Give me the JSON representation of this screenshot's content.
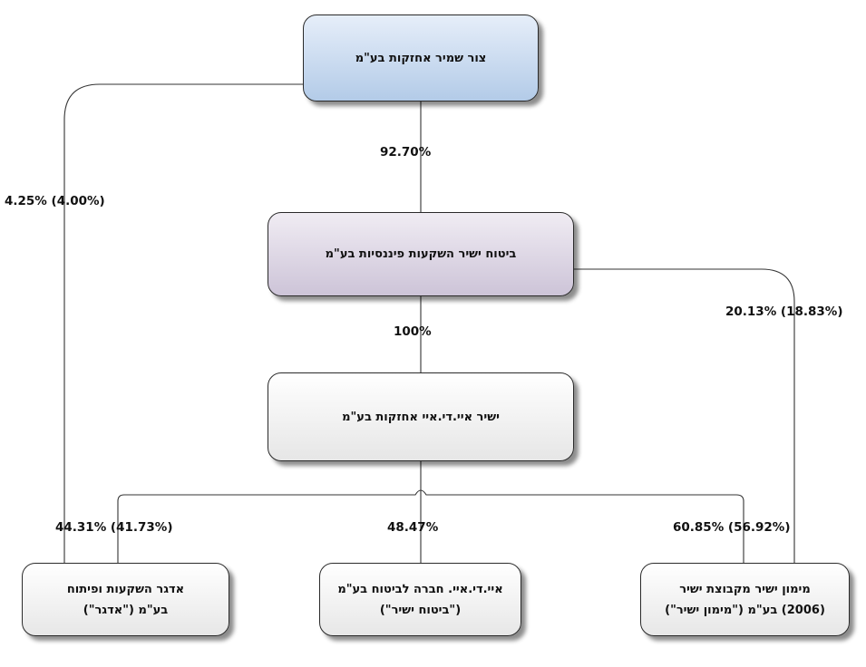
{
  "boxes": {
    "top": {
      "lines": [
        "צור שמיר אחזקות בע\"מ"
      ]
    },
    "mid": {
      "lines": [
        "ביטוח ישיר השקעות פיננסיות בע\"מ"
      ]
    },
    "sub": {
      "lines": [
        "ישיר איי.די.איי אחזקות בע\"מ"
      ]
    },
    "adgar": {
      "lines": [
        "אדגר השקעות ופיתוח",
        "בע\"מ (\"אדגר\")"
      ]
    },
    "bituach": {
      "lines": [
        "איי.די.איי. חברה לביטוח בע\"מ",
        "(\"ביטוח ישיר\")"
      ]
    },
    "mimun": {
      "lines": [
        "מימון ישיר מקבוצת ישיר",
        "(2006) בע\"מ (\"מימון ישיר\")"
      ]
    }
  },
  "percentages": {
    "top_to_mid": "92.70%",
    "top_to_adgar": "4.25% (4.00%)",
    "mid_to_sub": "100%",
    "mid_to_mimun": "20.13% (18.83%)",
    "sub_to_adgar": "44.31% (41.73%)",
    "sub_to_bituach": "48.47%",
    "sub_to_mimun": "60.85% (56.92%)"
  },
  "colors": {
    "top_box": "#b3cbe8",
    "mid_box": "#cdc4d8",
    "other_boxes": "#e7e7e7",
    "lines": "#333333"
  }
}
